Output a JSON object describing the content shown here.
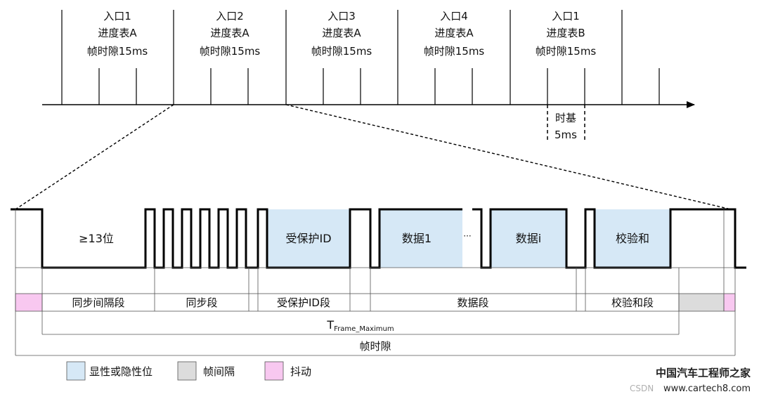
{
  "schedule": {
    "slots": [
      {
        "entry": "入口1",
        "table": "进度表A",
        "slot": "帧时隙15ms"
      },
      {
        "entry": "入口2",
        "table": "进度表A",
        "slot": "帧时隙15ms"
      },
      {
        "entry": "入口3",
        "table": "进度表A",
        "slot": "帧时隙15ms"
      },
      {
        "entry": "入口4",
        "table": "进度表A",
        "slot": "帧时隙15ms"
      },
      {
        "entry": "入口1",
        "table": "进度表B",
        "slot": "帧时隙15ms"
      }
    ],
    "timebase": {
      "line1": "时基",
      "line2": "5ms"
    }
  },
  "frame": {
    "break_label": "≥13位",
    "pid_label": "受保护ID",
    "data1_label": "数据1",
    "ellipsis": "···",
    "datai_label": "数据i",
    "checksum_label": "校验和"
  },
  "segments": {
    "break_delim": "同步间隔段",
    "sync": "同步段",
    "pid": "受保护ID段",
    "data": "数据段",
    "checksum": "校验和段"
  },
  "timing": {
    "tframe_main": "T",
    "tframe_sub": "Frame_Maximum",
    "slot_label": "帧时隙"
  },
  "legend": {
    "items": [
      {
        "label": "显性或隐性位",
        "color": "#d6e8f6"
      },
      {
        "label": "帧间隔",
        "color": "#dcdcdc"
      },
      {
        "label": "抖动",
        "color": "#f8c8f0"
      }
    ]
  },
  "watermark": {
    "title": "中国汽车工程师之家",
    "site": "www.cartech8.com",
    "csdn": "CSDN"
  },
  "colors": {
    "field_fill": "#d6e8f6",
    "interframe_fill": "#dcdcdc",
    "jitter_fill": "#f8c8f0",
    "line": "#000000"
  }
}
